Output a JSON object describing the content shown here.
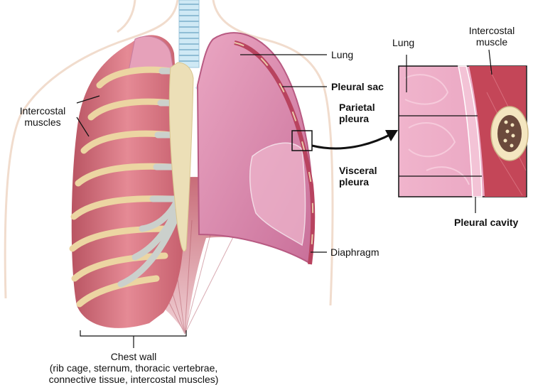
{
  "labels": {
    "lung": "Lung",
    "pleural_sac": "Pleural sac",
    "intercostal_muscles_1": "Intercostal",
    "intercostal_muscles_2": "muscles",
    "diaphragm": "Diaphragm",
    "chest_wall_title": "Chest wall",
    "chest_wall_line1": "(rib cage, sternum, thoracic vertebrae,",
    "chest_wall_line2": "connective tissue, intercostal muscles)",
    "inset_lung": "Lung",
    "inset_intercostal_1": "Intercostal",
    "inset_intercostal_2": "muscle",
    "parietal_1": "Parietal",
    "parietal_2": "pleura",
    "visceral_1": "Visceral",
    "visceral_2": "pleura",
    "pleural_cavity": "Pleural cavity"
  },
  "colors": {
    "muscle": "#d9737f",
    "muscle_dark": "#b6505d",
    "rib": "#ecd7a5",
    "lung": "#e49ab8",
    "lung_dark": "#c86e94",
    "cartilage": "#c9cec9",
    "trachea": "#bfe0f0",
    "body_outline": "#f3d9c8"
  }
}
